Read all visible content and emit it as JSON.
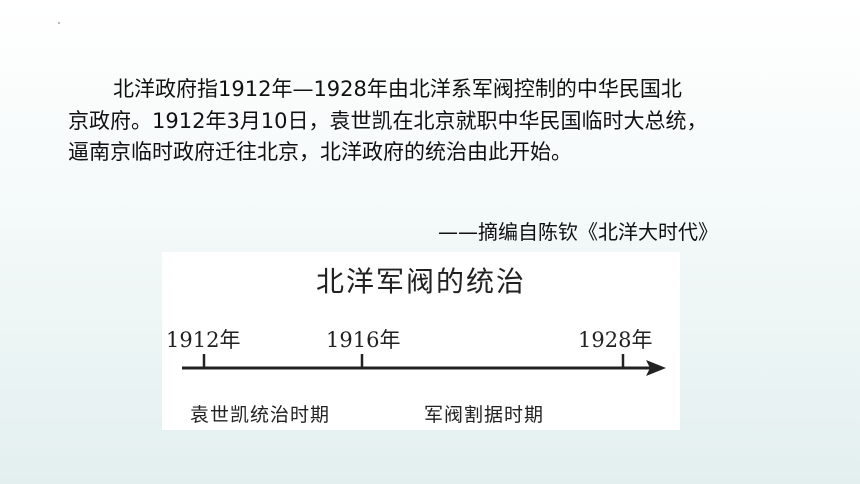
{
  "passage": {
    "lines": [
      "北洋政府指1912年—1928年由北洋系军阀控制的中华民国北",
      "京政府。1912年3月10日，袁世凯在北京就职中华民国临时大总统，",
      "逼南京临时政府迁往北京，北洋政府的统治由此开始。"
    ],
    "source": "——摘编自陈钦《北洋大时代》"
  },
  "figure": {
    "title": "北洋军阀的统治",
    "years": [
      "1912年",
      "1916年",
      "1928年"
    ],
    "periods": [
      "袁世凯统治时期",
      "军阀割据时期"
    ]
  }
}
